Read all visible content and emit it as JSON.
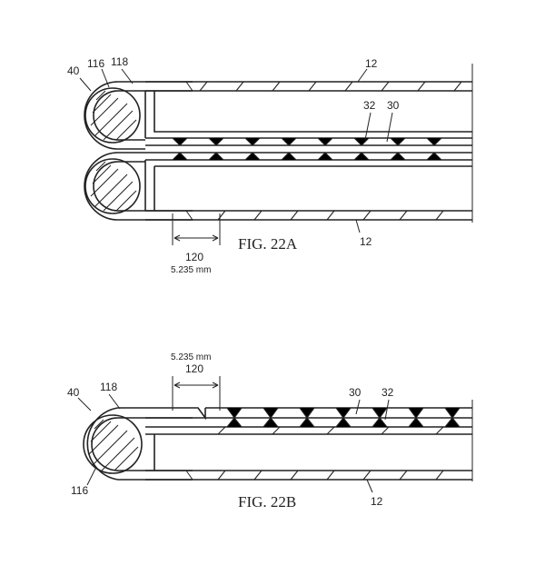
{
  "figures": [
    {
      "title": "FIG. 22A",
      "labels": {
        "ref_40": "40",
        "ref_116": "116",
        "ref_118": "118",
        "ref_12_top": "12",
        "ref_32": "32",
        "ref_30": "30",
        "ref_12_bottom": "12",
        "ref_120": "120",
        "dimension": "5.235 mm"
      }
    },
    {
      "title": "FIG. 22B",
      "labels": {
        "ref_40": "40",
        "ref_118": "118",
        "ref_116": "116",
        "ref_30": "30",
        "ref_32": "32",
        "ref_12": "12",
        "ref_120": "120",
        "dimension": "5.235 mm"
      }
    }
  ]
}
